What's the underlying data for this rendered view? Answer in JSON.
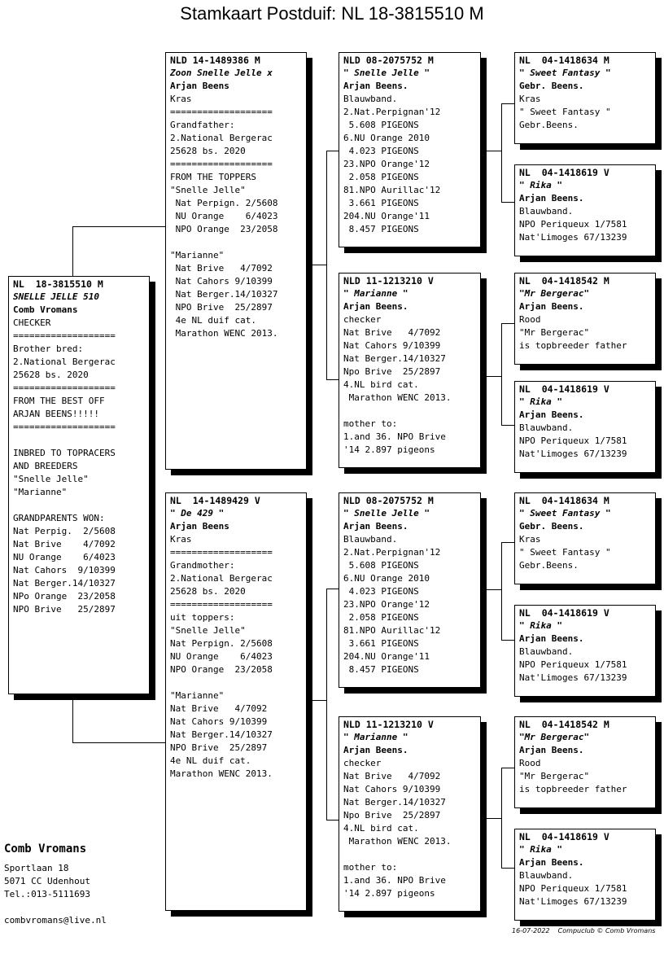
{
  "title": "Stamkaart Postduif: NL  18-3815510 M",
  "cards": [
    {
      "ring": "NL  18-3815510 M",
      "name": "SNELLE JELLE 510",
      "owner": "Comb Vromans",
      "lines": [
        "CHECKER",
        "===================",
        "Brother bred:",
        "2.National Bergerac",
        "25628 bs. 2020",
        "===================",
        "FROM THE BEST OFF",
        "ARJAN BEENS!!!!!",
        "===================",
        "",
        "INBRED TO TOPRACERS",
        "AND BREEDERS",
        "\"Snelle Jelle\"",
        "\"Marianne\"",
        "",
        "GRANDPARENTS WON:",
        "Nat Perpig.  2/5608",
        "Nat Brive    4/7092",
        "NU Orange    6/4023",
        "Nat Cahors  9/10399",
        "Nat Berger.14/10327",
        "NPo Orange  23/2058",
        "NPO Brive   25/2897"
      ]
    },
    {
      "ring": "NLD 14-1489386 M",
      "name": "Zoon Snelle Jelle x",
      "owner": "Arjan Beens",
      "lines": [
        "Kras",
        "===================",
        "Grandfather:",
        "2.National Bergerac",
        "25628 bs. 2020",
        "===================",
        "FROM THE TOPPERS",
        "\"Snelle Jelle\"",
        " Nat Perpign. 2/5608",
        " NU Orange    6/4023",
        " NPO Orange  23/2058",
        "",
        "\"Marianne\"",
        " Nat Brive   4/7092",
        " Nat Cahors 9/10399",
        " Nat Berger.14/10327",
        " NPO Brive  25/2897",
        " 4e NL duif cat.",
        " Marathon WENC 2013."
      ]
    },
    {
      "ring": "NL  14-1489429 V",
      "name": "\" De 429 \"",
      "owner": "Arjan Beens",
      "lines": [
        "Kras",
        "===================",
        "Grandmother:",
        "2.National Bergerac",
        "25628 bs. 2020",
        "===================",
        "uit toppers:",
        "\"Snelle Jelle\"",
        "Nat Perpign. 2/5608",
        "NU Orange    6/4023",
        "NPO Orange  23/2058",
        "",
        "\"Marianne\"",
        "Nat Brive   4/7092",
        "Nat Cahors 9/10399",
        "Nat Berger.14/10327",
        "NPO Brive  25/2897",
        "4e NL duif cat.",
        "Marathon WENC 2013."
      ]
    },
    {
      "ring": "NLD 08-2075752 M",
      "name": "\" Snelle Jelle \"",
      "owner": "Arjan Beens.",
      "lines": [
        "Blauwband.",
        "2.Nat.Perpignan'12",
        " 5.608 PIGEONS",
        "6.NU Orange 2010",
        " 4.023 PIGEONS",
        "23.NPO Orange'12",
        " 2.058 PIGEONS",
        "81.NPO Aurillac'12",
        " 3.661 PIGEONS",
        "204.NU Orange'11",
        " 8.457 PIGEONS"
      ]
    },
    {
      "ring": "NLD 11-1213210 V",
      "name": "\" Marianne \"",
      "owner": "Arjan Beens.",
      "lines": [
        "checker",
        "Nat Brive   4/7092",
        "Nat Cahors 9/10399",
        "Nat Berger.14/10327",
        "Npo Brive  25/2897",
        "4.NL bird cat.",
        " Marathon WENC 2013.",
        "",
        "mother to:",
        "1.and 36. NPO Brive",
        "'14 2.897 pigeons"
      ]
    },
    {
      "ring": "NLD 08-2075752 M",
      "name": "\" Snelle Jelle \"",
      "owner": "Arjan Beens.",
      "lines": [
        "Blauwband.",
        "2.Nat.Perpignan'12",
        " 5.608 PIGEONS",
        "6.NU Orange 2010",
        " 4.023 PIGEONS",
        "23.NPO Orange'12",
        " 2.058 PIGEONS",
        "81.NPO Aurillac'12",
        " 3.661 PIGEONS",
        "204.NU Orange'11",
        " 8.457 PIGEONS"
      ]
    },
    {
      "ring": "NLD 11-1213210 V",
      "name": "\" Marianne \"",
      "owner": "Arjan Beens.",
      "lines": [
        "checker",
        "Nat Brive   4/7092",
        "Nat Cahors 9/10399",
        "Nat Berger.14/10327",
        "Npo Brive  25/2897",
        "4.NL bird cat.",
        " Marathon WENC 2013.",
        "",
        "mother to:",
        "1.and 36. NPO Brive",
        "'14 2.897 pigeons"
      ]
    },
    {
      "ring": "NL  04-1418634 M",
      "name": "\" Sweet Fantasy \"",
      "owner": "Gebr. Beens.",
      "lines": [
        "Kras",
        "\" Sweet Fantasy \"",
        "Gebr.Beens."
      ]
    },
    {
      "ring": "NL  04-1418619 V",
      "name": "\" Rika \"",
      "owner": "Arjan Beens.",
      "lines": [
        "Blauwband.",
        "NPO Periqueux 1/7581",
        "Nat'Limoges 67/13239"
      ]
    },
    {
      "ring": "NL  04-1418542 M",
      "name": "\"Mr Bergerac\"",
      "owner": "Arjan Beens.",
      "lines": [
        "Rood",
        "\"Mr Bergerac\"",
        "is topbreeder father"
      ]
    },
    {
      "ring": "NL  04-1418619 V",
      "name": "\" Rika \"",
      "owner": "Arjan Beens.",
      "lines": [
        "Blauwband.",
        "NPO Periqueux 1/7581",
        "Nat'Limoges 67/13239"
      ]
    },
    {
      "ring": "NL  04-1418634 M",
      "name": "\" Sweet Fantasy \"",
      "owner": "Gebr. Beens.",
      "lines": [
        "Kras",
        "\" Sweet Fantasy \"",
        "Gebr.Beens."
      ]
    },
    {
      "ring": "NL  04-1418619 V",
      "name": "\" Rika \"",
      "owner": "Arjan Beens.",
      "lines": [
        "Blauwband.",
        "NPO Periqueux 1/7581",
        "Nat'Limoges 67/13239"
      ]
    },
    {
      "ring": "NL  04-1418542 M",
      "name": "\"Mr Bergerac\"",
      "owner": "Arjan Beens.",
      "lines": [
        "Rood",
        "\"Mr Bergerac\"",
        "is topbreeder father"
      ]
    },
    {
      "ring": "NL  04-1418619 V",
      "name": "\" Rika \"",
      "owner": "Arjan Beens.",
      "lines": [
        "Blauwband.",
        "NPO Periqueux 1/7581",
        "Nat'Limoges 67/13239"
      ]
    }
  ],
  "footer": {
    "name": "Comb Vromans",
    "street": "Sportlaan 18",
    "city": "5071 CC  Udenhout",
    "tel": "Tel.:013-5111693",
    "email": "combvromans@live.nl",
    "stamp": "16-07-2022    Compuclub © Comb Vromans"
  }
}
